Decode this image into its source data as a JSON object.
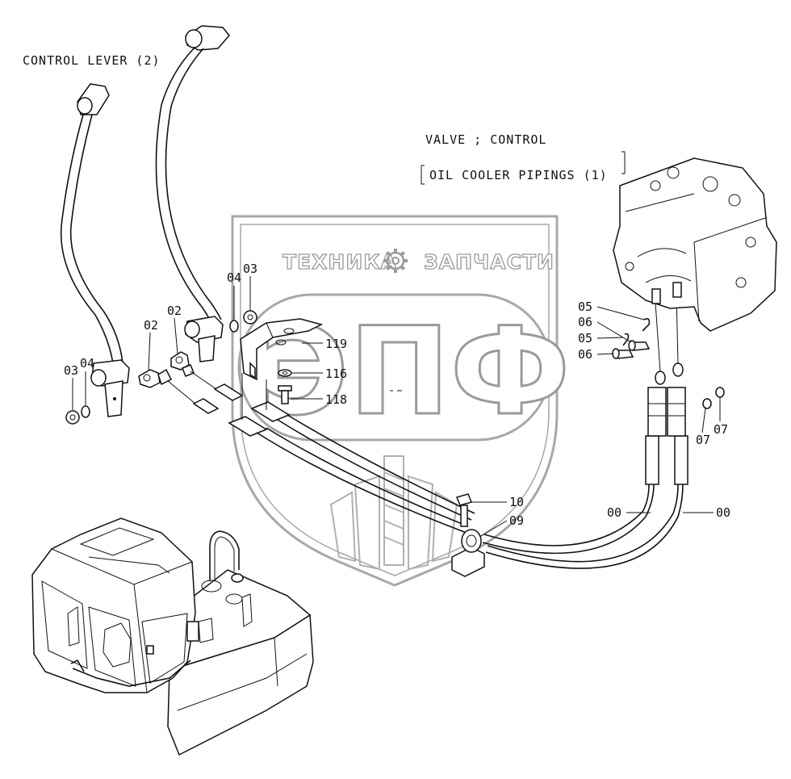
{
  "watermark": {
    "brand_left": "ТЕХНИКА",
    "brand_right": "ЗАПЧАСТИ",
    "logo_letters": "ЭПФ",
    "gear_icon": "gear-icon"
  },
  "labels": {
    "control_lever": "CONTROL  LEVER (2)",
    "valve_control": "VALVE ; CONTROL",
    "oil_cooler": "OIL  COOLER  PIPINGS (1)"
  },
  "callouts": {
    "c03_left": "03",
    "c04_left": "04",
    "c02_left": "02",
    "c02_mid": "02",
    "c04_mid": "04",
    "c03_mid": "03",
    "c119": "119",
    "c116": "116",
    "c118": "118",
    "c05_a": "05",
    "c06_a": "06",
    "c05_b": "05",
    "c06_b": "06",
    "c07_a": "07",
    "c07_b": "07",
    "c10": "10",
    "c09": "09",
    "c00_left": "00",
    "c00_right": "00"
  }
}
